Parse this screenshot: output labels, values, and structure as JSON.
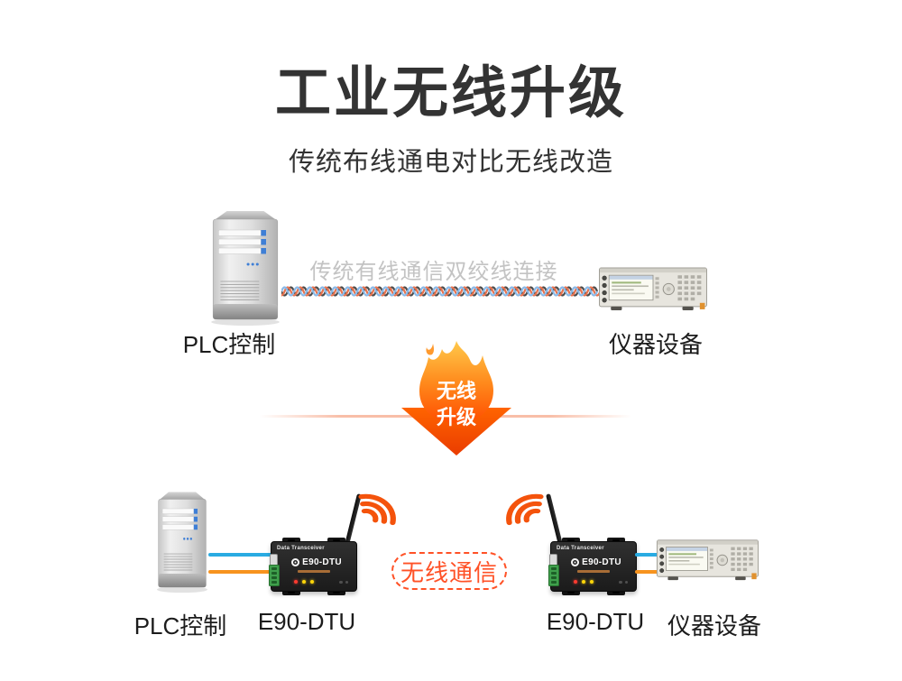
{
  "page": {
    "title": "工业无线升级",
    "subtitle": "传统布线通电对比无线改造"
  },
  "wired_section": {
    "cable_label": "传统有线通信双绞线连接",
    "plc_label": "PLC控制",
    "instrument_label": "仪器设备"
  },
  "upgrade_arrow": {
    "line1": "无线",
    "line2": "升级"
  },
  "wireless_section": {
    "plc_label": "PLC控制",
    "dtu_left_label": "E90-DTU",
    "bubble_label": "无线通信",
    "dtu_right_label": "E90-DTU",
    "instrument_label": "仪器设备"
  },
  "dtu_device": {
    "header": "Data Transceiver",
    "model": "E90-DTU"
  },
  "colors": {
    "title_text": "#333333",
    "label_text": "#1c1c1c",
    "cable_label_gray": "#c3c3c3",
    "flame_top": "#ffc94b",
    "flame_bottom": "#ff4d00",
    "wifi_orange": "#f4530c",
    "bubble_orange": "#ff5126",
    "line_blue": "#29abe2",
    "line_orange": "#f7931e",
    "cable_blue": "#8ab9e8",
    "cable_orange": "#e8724e",
    "cable_dark": "#4b4b4b",
    "dtu_body": "#1b1b1b",
    "terminal_green": "#3f9f4c"
  }
}
